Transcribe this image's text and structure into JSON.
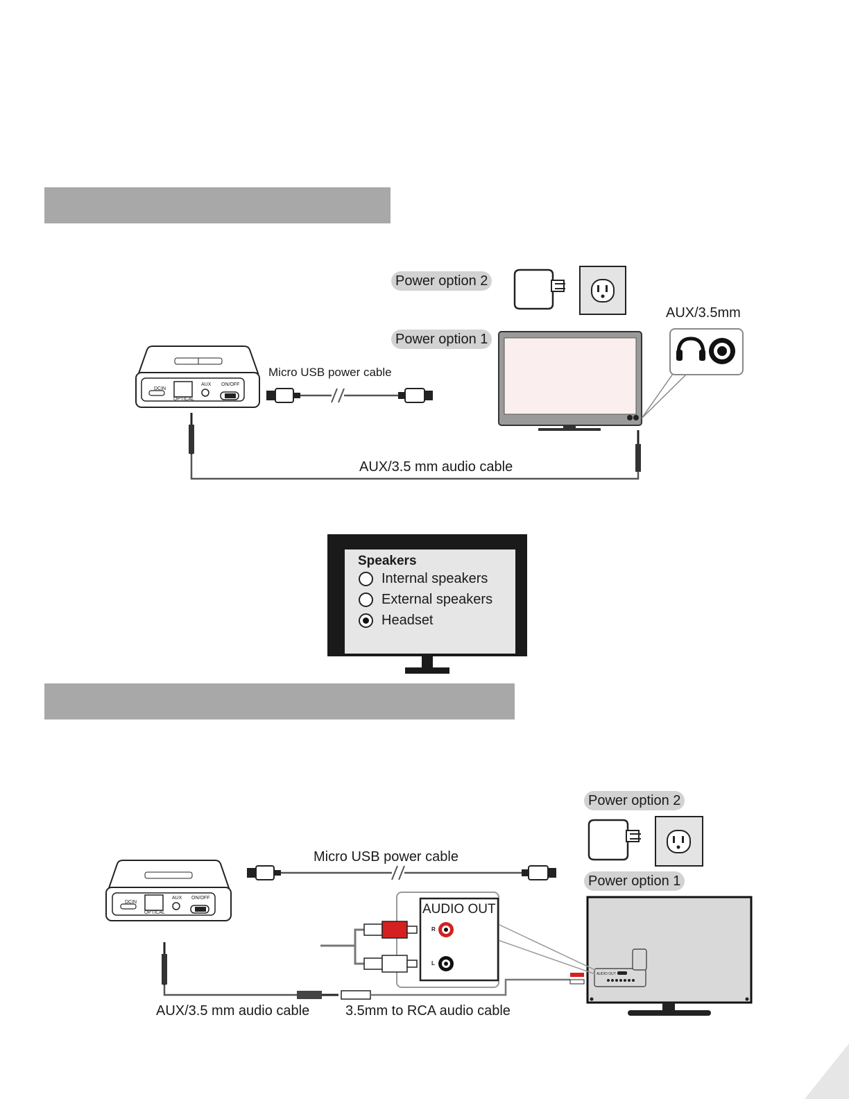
{
  "section1": {
    "power_option_2": "Power option 2",
    "power_option_1": "Power option 1",
    "aux_port_label": "AUX/3.5mm",
    "usb_cable_label": "Micro USB power cable",
    "audio_cable_label": "AUX/3.5 mm audio cable"
  },
  "device": {
    "port_dcin": "DCIN",
    "port_optical": "OPTICAL",
    "port_aux": "AUX",
    "switch_label": "ON/OFF"
  },
  "tv_menu": {
    "title": "Speakers",
    "options": [
      {
        "label": "Internal speakers",
        "selected": false
      },
      {
        "label": "External speakers",
        "selected": false
      },
      {
        "label": "Headset",
        "selected": true
      }
    ]
  },
  "section2": {
    "power_option_2": "Power option 2",
    "power_option_1": "Power option 1",
    "usb_cable_label": "Micro USB power cable",
    "audio_out_label": "AUDIO OUT",
    "right_channel": "R",
    "left_channel": "L",
    "aux_cable_label": "AUX/3.5 mm audio cable",
    "rca_cable_label": "3.5mm to RCA audio cable",
    "tv_panel_label": "AUDIO OUT"
  },
  "colors": {
    "section_bar": "#a8a8a8",
    "label_pill": "#d2d2d2",
    "rca_red": "#d42020",
    "screen_tint": "#fbeeee"
  }
}
